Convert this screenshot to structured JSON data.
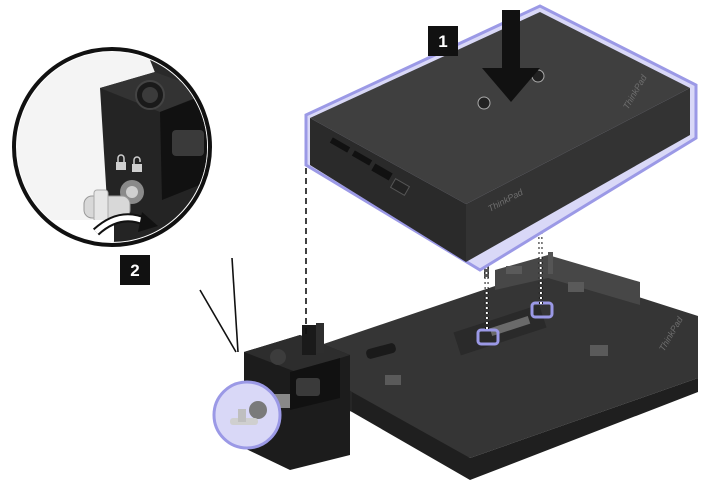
{
  "steps": {
    "step1": "1",
    "step2": "2"
  },
  "branding": {
    "laptop_logo": "ThinkPad",
    "dock_logo": "ThinkPad",
    "laptop_bottom_logo": "ThinkPad"
  },
  "colors": {
    "highlight_outline": "#9b99e6",
    "highlight_fill": "#d9d8f7",
    "laptop_body": "#3c3c3c",
    "dock_body": "#2f2f2f",
    "label_box": "#111111"
  },
  "icons": {
    "insert_arrow": "arrow-down-icon",
    "rotate_arrow": "rotate-arrow-icon",
    "lock_symbol": "padlock-icon",
    "key": "key-icon"
  }
}
